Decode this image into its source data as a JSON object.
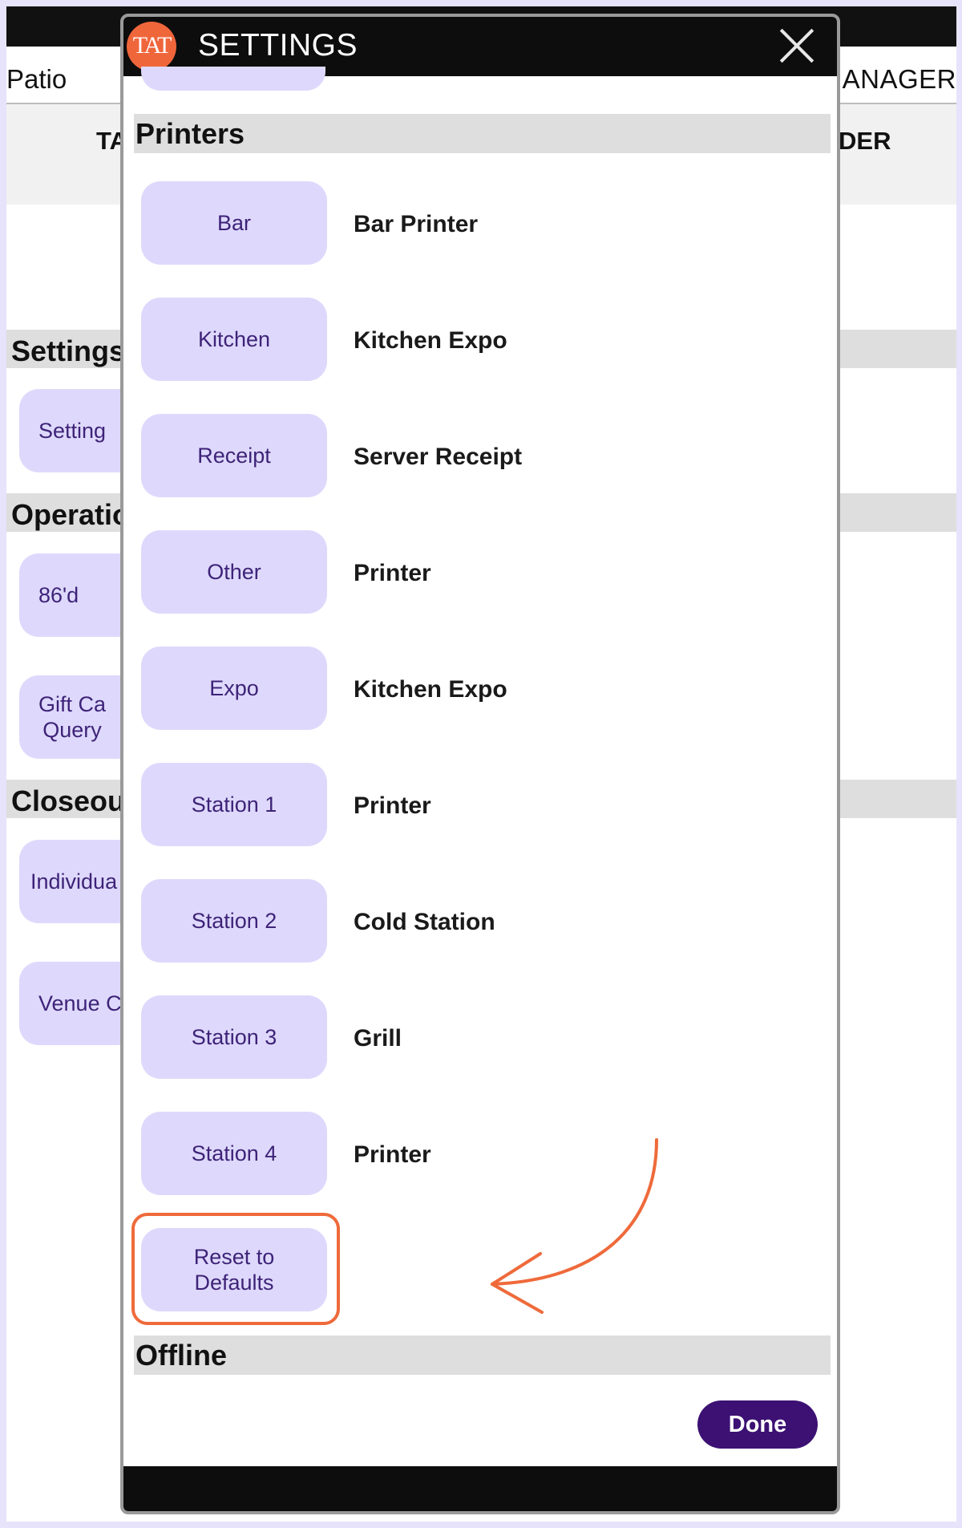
{
  "background_app": {
    "venue": "Patio",
    "role": "MANAGER",
    "subheader_left": "TA",
    "subheader_right": "DER",
    "sections": [
      {
        "label": "Settings"
      },
      {
        "label": "Operatio"
      },
      {
        "label": "Closeou"
      }
    ],
    "buttons": [
      {
        "label": "Setting"
      },
      {
        "label": "86'd"
      },
      {
        "label": "Gift Ca\nQuery"
      },
      {
        "label": "Individua"
      },
      {
        "label": "Venue C"
      }
    ]
  },
  "modal": {
    "title": "SETTINGS",
    "logo_text": "TAT",
    "sections": {
      "printers": "Printers",
      "offline": "Offline"
    },
    "printers": [
      {
        "button": "Bar",
        "value": "Bar Printer"
      },
      {
        "button": "Kitchen",
        "value": "Kitchen Expo"
      },
      {
        "button": "Receipt",
        "value": "Server Receipt"
      },
      {
        "button": "Other",
        "value": "Printer"
      },
      {
        "button": "Expo",
        "value": "Kitchen Expo"
      },
      {
        "button": "Station 1",
        "value": "Printer"
      },
      {
        "button": "Station 2",
        "value": "Cold Station"
      },
      {
        "button": "Station 3",
        "value": "Grill"
      },
      {
        "button": "Station 4",
        "value": "Printer"
      }
    ],
    "reset_label": "Reset to\nDefaults",
    "done_label": "Done"
  },
  "colors": {
    "accent_button": "#ded9fc",
    "button_text": "#3e2378",
    "done_button": "#3c1173",
    "highlight": "#ef6a3b",
    "logo": "#f0663b"
  }
}
